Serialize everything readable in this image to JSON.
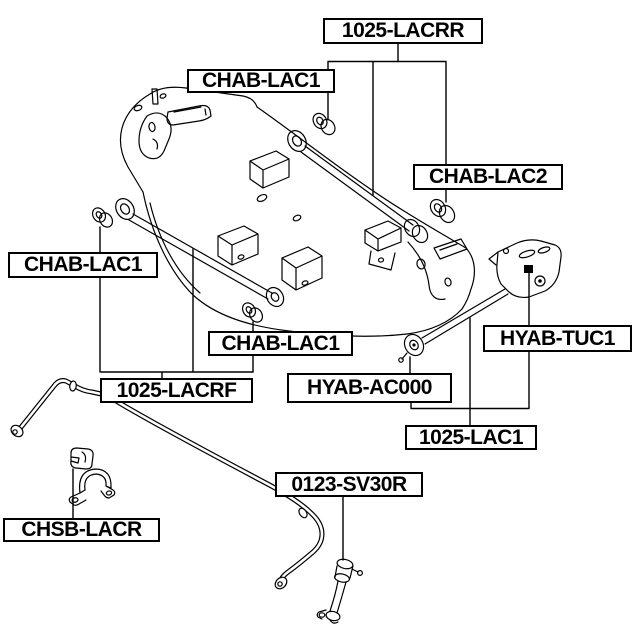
{
  "diagram": {
    "background_color": "#ffffff",
    "line_color": "#000000",
    "label_background": "#ffffff",
    "labels": {
      "lacrr": {
        "text": "1025-LACRR"
      },
      "chab_lac1_top": {
        "text": "CHAB-LAC1"
      },
      "chab_lac2": {
        "text": "CHAB-LAC2"
      },
      "chab_lac1_left": {
        "text": "CHAB-LAC1"
      },
      "chab_lac1_mid": {
        "text": "CHAB-LAC1"
      },
      "lacrf": {
        "text": "1025-LACRF"
      },
      "hyab_ac000": {
        "text": "HYAB-AC000"
      },
      "hyab_tuc1": {
        "text": "HYAB-TUC1"
      },
      "lac1": {
        "text": "1025-LAC1"
      },
      "sv30r": {
        "text": "0123-SV30R"
      },
      "chsb_lacr": {
        "text": "CHSB-LACR"
      }
    }
  }
}
